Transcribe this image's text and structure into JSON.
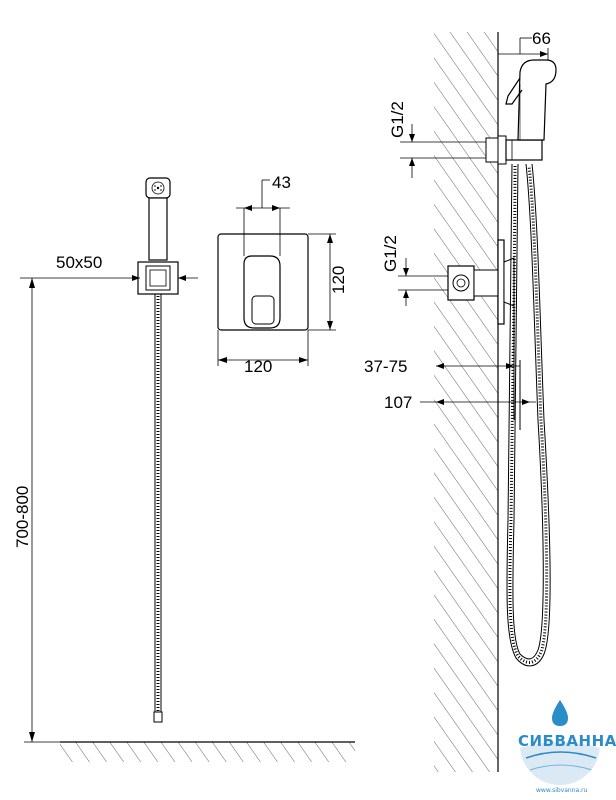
{
  "dimensions": {
    "escutcheon_depth": "43",
    "escutcheon_height": "120",
    "escutcheon_width": "120",
    "holder_size": "50x50",
    "mount_height": "700-800",
    "thread_top": "G1/2",
    "thread_bottom": "G1/2",
    "wall_offset": "37-75",
    "projection": "107",
    "head_width": "66"
  },
  "watermark": {
    "brand": "СИБВАННА",
    "url": "www.sibvanna.ru"
  },
  "colors": {
    "line": "#000000",
    "hatch": "#555555",
    "logo": "#2a8cc8"
  }
}
